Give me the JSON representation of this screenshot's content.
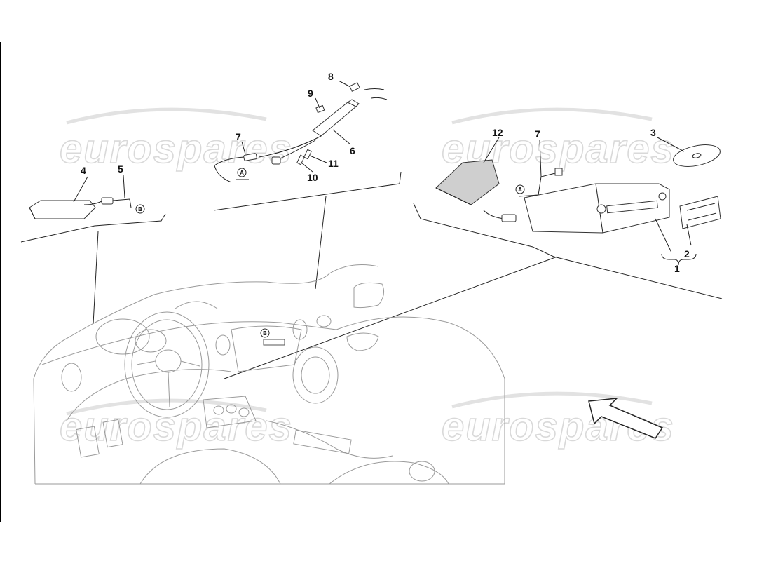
{
  "watermark": "eurospares",
  "callouts": {
    "p1": "1",
    "p2": "2",
    "p3": "3",
    "p4": "4",
    "p5": "5",
    "p6": "6",
    "p7a": "7",
    "p7b": "7",
    "p8": "8",
    "p9": "9",
    "p10": "10",
    "p11": "11",
    "p12": "12"
  },
  "connectors": {
    "a": "A",
    "b": "B"
  },
  "colors": {
    "line": "#222222",
    "car": "#9a9a9a",
    "watermark_stroke": "#d9d9d9"
  }
}
